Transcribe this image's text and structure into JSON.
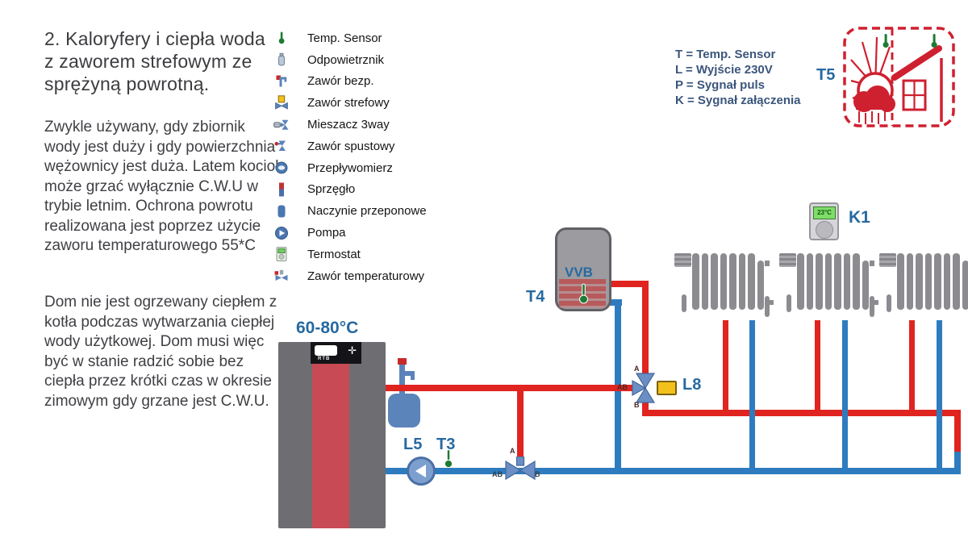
{
  "title": {
    "lines": [
      "2. Kaloryfery i ciepła woda",
      "z zaworem strefowym ze",
      "sprężyną powrotną."
    ]
  },
  "paragraphs": {
    "p1": {
      "lines": [
        "Zwykle używany, gdy zbiornik",
        "wody jest duży i gdy powierzchnia",
        "wężownicy jest duża. Latem kocioł",
        "może grzać wyłącznie C.W.U w",
        "trybie letnim. Ochrona powrotu",
        "realizowana jest poprzez użycie",
        "zaworu temperaturowego 55*C"
      ]
    },
    "p2": {
      "lines": [
        "Dom nie jest ogrzewany ciepłem z",
        "kotła podczas wytwarzania ciepłej",
        "wody użytkowej. Dom musi więc",
        "być w stanie radzić sobie bez",
        "ciepła przez krótki czas w okresie",
        "zimowym gdy grzane jest C.W.U."
      ]
    }
  },
  "legend": {
    "items": [
      {
        "icon": "temp-sensor-icon",
        "label": "Temp. Sensor"
      },
      {
        "icon": "air-vent-icon",
        "label": "Odpowietrznik"
      },
      {
        "icon": "safety-valve-icon",
        "label": "Zawór bezp."
      },
      {
        "icon": "zone-valve-icon",
        "label": "Zawór strefowy"
      },
      {
        "icon": "three-way-mixer-icon",
        "label": "Mieszacz 3way"
      },
      {
        "icon": "drain-valve-icon",
        "label": "Zawór spustowy"
      },
      {
        "icon": "flow-meter-icon",
        "label": "Przepływomierz"
      },
      {
        "icon": "hydraulic-separator-icon",
        "label": "Sprzęgło"
      },
      {
        "icon": "expansion-vessel-icon",
        "label": "Naczynie przeponowe"
      },
      {
        "icon": "pump-icon",
        "label": "Pompa"
      },
      {
        "icon": "thermostat-icon",
        "label": "Termostat"
      },
      {
        "icon": "temperature-valve-icon",
        "label": "Zawór temperaturowy"
      }
    ]
  },
  "signal_key": {
    "lines": [
      "T = Temp. Sensor",
      "L = Wyjście 230V",
      "P = Sygnał puls",
      "K = Sygnał załączenia"
    ]
  },
  "diagram": {
    "boiler": {
      "temp_range": "60-80°C",
      "panel_brand": "RTB"
    },
    "tank": {
      "label": "VVB",
      "sensor_label": "T4"
    },
    "thermostat": {
      "label": "K1",
      "display": "23°C"
    },
    "outdoor_sensor_label": "T5",
    "pump_label": "L5",
    "return_sensor_label": "T3",
    "zone_valve_label": "L8",
    "port_labels": {
      "a": "A",
      "ab": "AB",
      "b": "B"
    }
  },
  "colors": {
    "pipe_hot": "#e02420",
    "pipe_cold": "#2e7cbf",
    "label_blue": "#2769a0",
    "valve_blue": "#6b8fc5",
    "actuator_yellow": "#f3c11b",
    "sensor_green": "#1e7b33",
    "t5_red": "#cf2030"
  }
}
